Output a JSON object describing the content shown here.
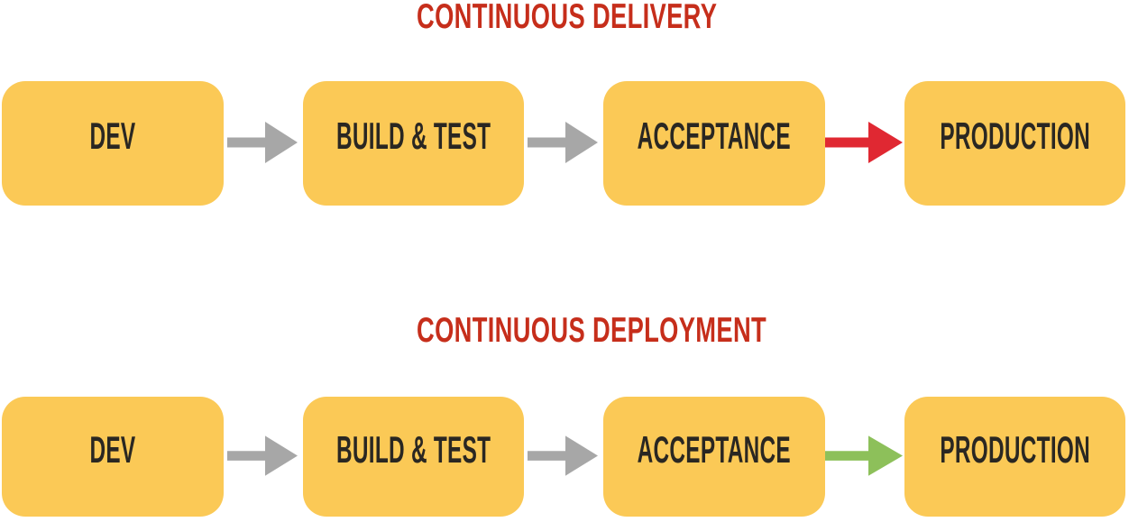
{
  "colors": {
    "background": "#FFFFFF",
    "box_fill": "#FBC956",
    "box_text": "#2A2722",
    "title_red": "#C62E1B",
    "arrow_gray": "#A7A7A7",
    "arrow_red": "#E02832",
    "arrow_green": "#8DC05A"
  },
  "diagrams": [
    {
      "title": "CONTINUOUS DELIVERY",
      "stages": [
        "DEV",
        "BUILD & TEST",
        "ACCEPTANCE",
        "PRODUCTION"
      ],
      "arrows": [
        {
          "name": "gray-arrow",
          "fill": "#A7A7A7"
        },
        {
          "name": "gray-arrow",
          "fill": "#A7A7A7"
        },
        {
          "name": "red-arrow",
          "fill": "#E02832"
        }
      ]
    },
    {
      "title": "CONTINUOUS DEPLOYMENT",
      "stages": [
        "DEV",
        "BUILD & TEST",
        "ACCEPTANCE",
        "PRODUCTION"
      ],
      "arrows": [
        {
          "name": "gray-arrow",
          "fill": "#A7A7A7"
        },
        {
          "name": "gray-arrow",
          "fill": "#A7A7A7"
        },
        {
          "name": "green-arrow",
          "fill": "#8DC05A"
        }
      ]
    }
  ]
}
